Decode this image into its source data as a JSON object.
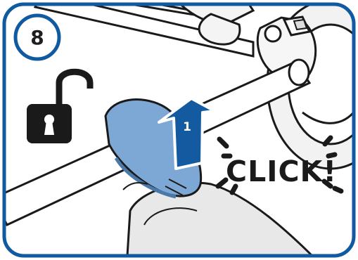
{
  "step": {
    "number": "8"
  },
  "arrow": {
    "label": "1"
  },
  "sound": {
    "text": "CLICK!"
  },
  "icons": {
    "lock": "unlocked-padlock-icon",
    "direction": "up-arrow-icon"
  },
  "colors": {
    "frame": "#0f5aa0",
    "knob": "#7da7d4",
    "knob_dark": "#4a78a8",
    "arrow": "#135aa0",
    "ink": "#1a1a1a",
    "fabric": "#e8e8e8"
  }
}
